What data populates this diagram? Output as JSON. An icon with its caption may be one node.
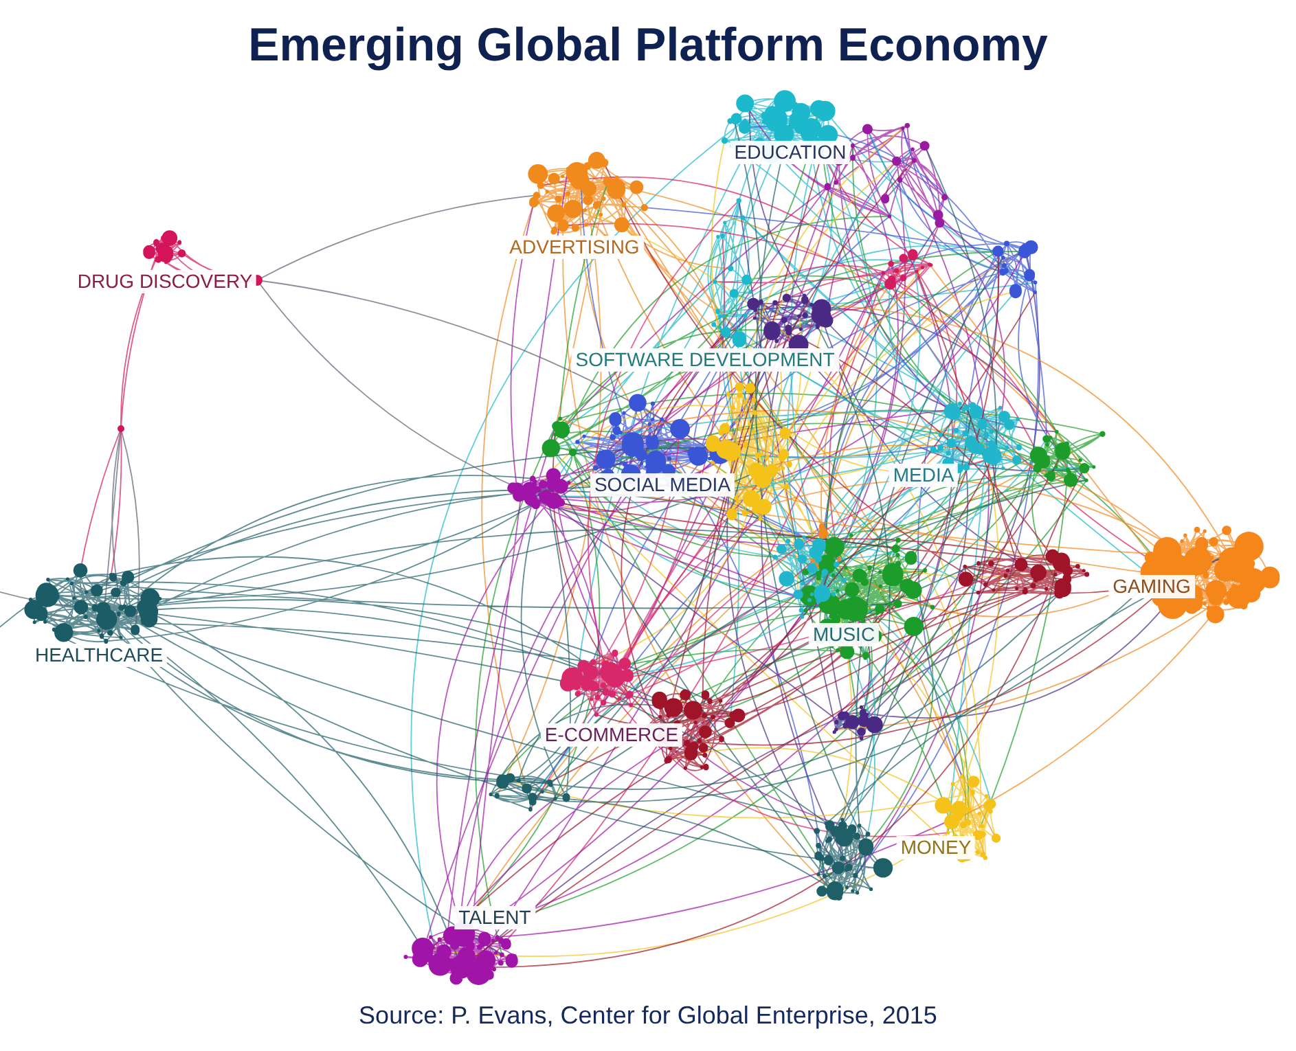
{
  "diagram": {
    "title": "Emerging Global Platform Economy",
    "caption": "Source: P. Evans, Center for Global Enterprise, 2015",
    "labels": [
      "EDUCATION",
      "ADVERTISING",
      "DRUG DISCOVERY",
      "SOFTWARE DEVELOPMENT",
      "SOCIAL MEDIA",
      "MEDIA",
      "GAMING",
      "MUSIC",
      "HEALTHCARE",
      "E-COMMERCE",
      "MONEY",
      "TALENT"
    ]
  }
}
